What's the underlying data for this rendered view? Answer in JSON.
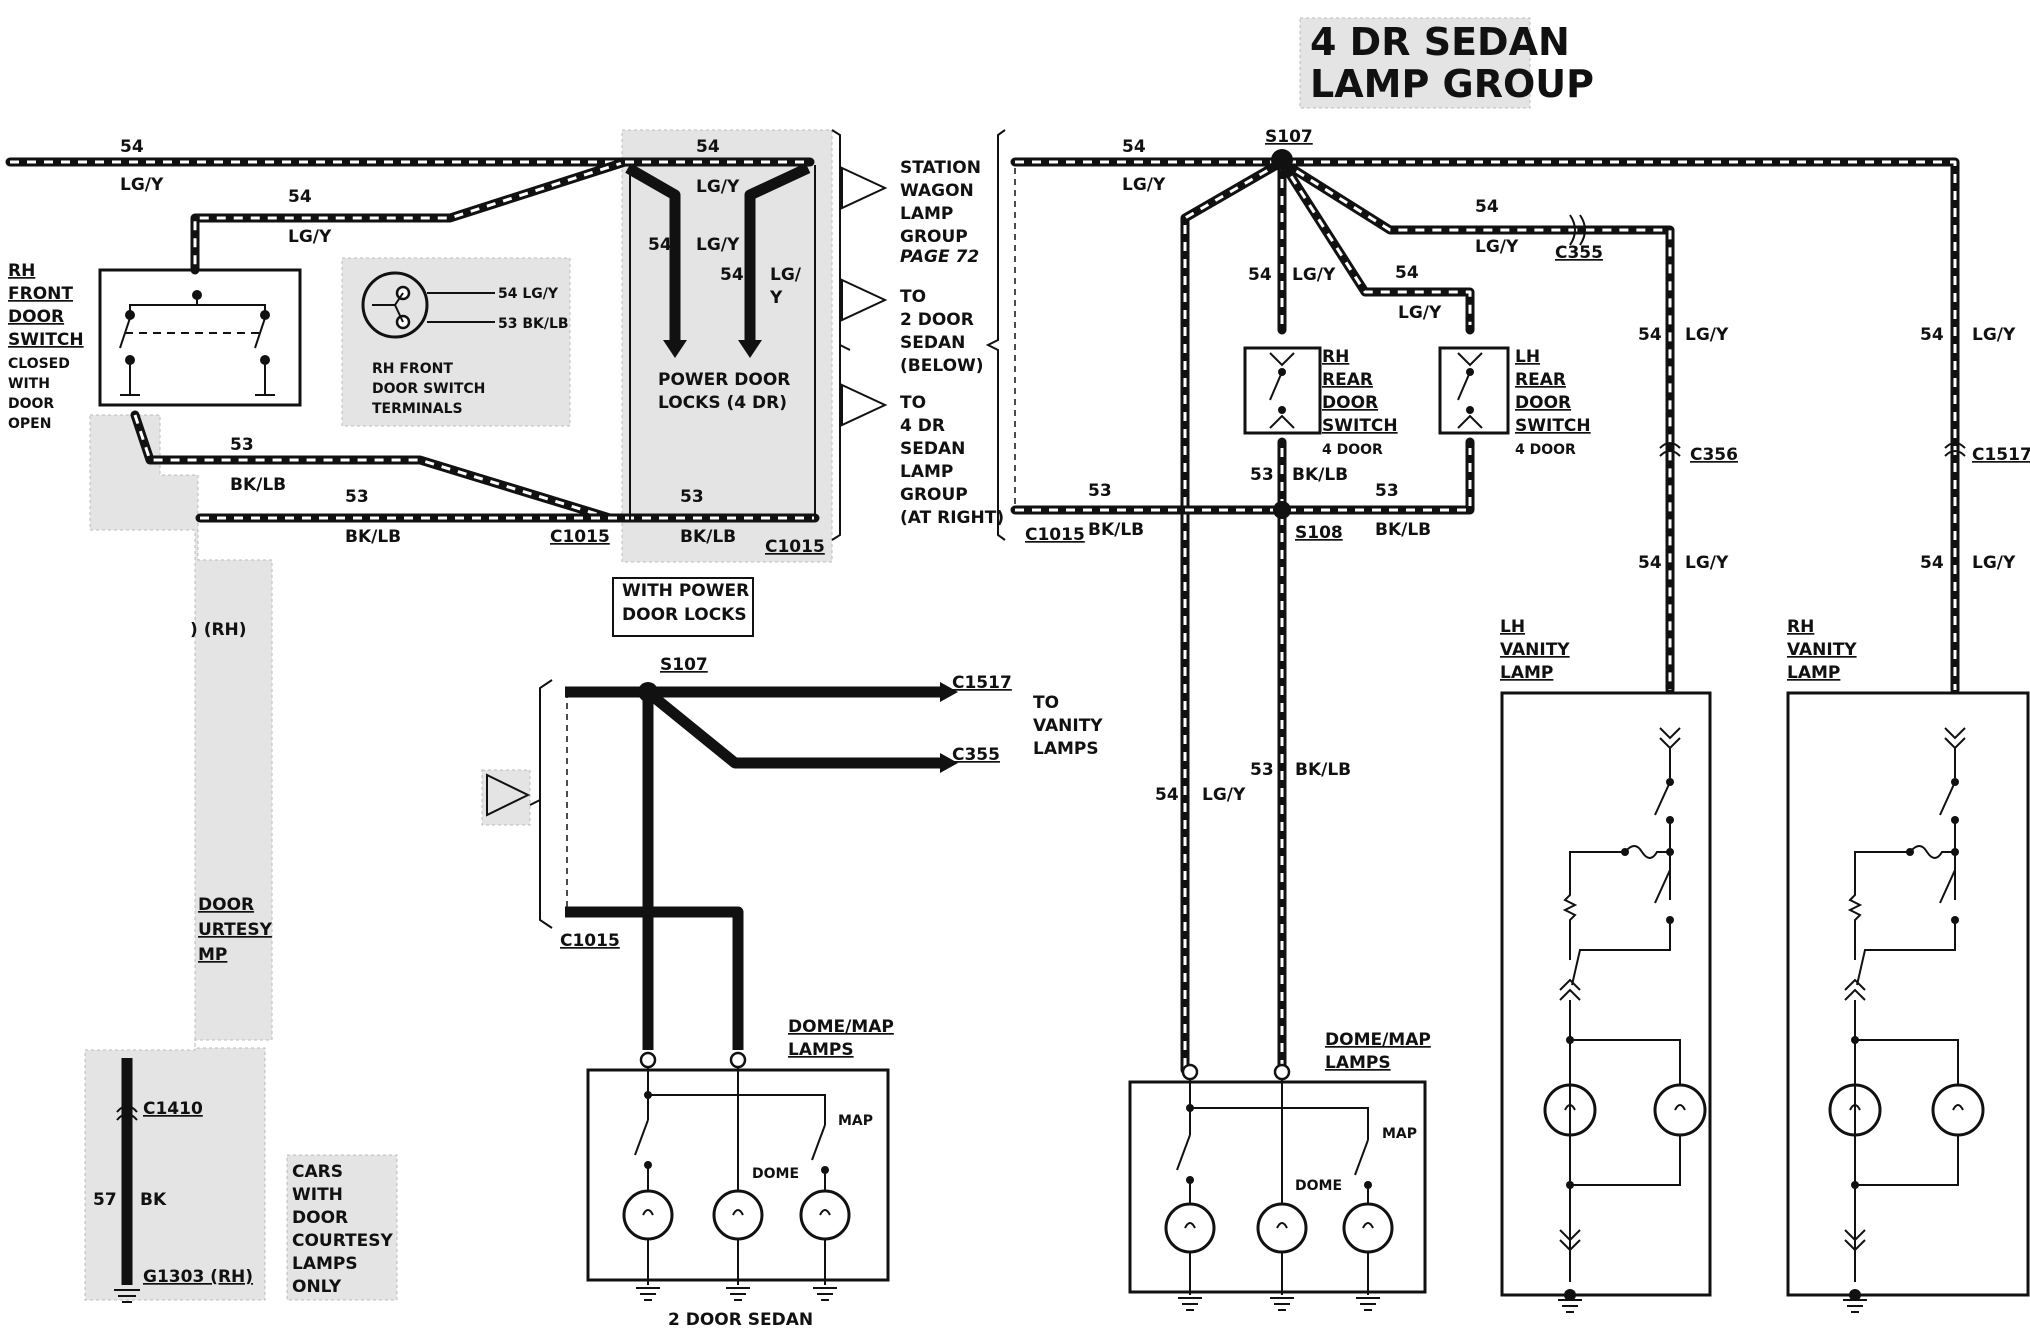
{
  "title": {
    "line1": "4 DR SEDAN",
    "line2": "LAMP GROUP"
  },
  "left": {
    "wire_54": "54",
    "color_lgy": "LG/Y",
    "wire_53": "53",
    "color_bklb": "BK/LB",
    "rh_front_door_switch": [
      "RH",
      "FRONT",
      "DOOR",
      "SWITCH"
    ],
    "switch_state": [
      "CLOSED",
      "WITH",
      "DOOR",
      "OPEN"
    ],
    "terminals": {
      "t54": "54 LG/Y",
      "t53": "53 BK/LB",
      "caption": [
        "RH FRONT",
        "DOOR SWITCH",
        "TERMINALS"
      ]
    },
    "c1015": "C1015",
    "rh_partial": ") (RH)",
    "courtesy_partial": [
      "DOOR",
      "URTESY",
      "MP"
    ],
    "c1410": "C1410",
    "wire_57": "57",
    "color_bk": "BK",
    "g1303": "G1303 (RH)",
    "cars_note": [
      "CARS",
      "WITH",
      "DOOR",
      "COURTESY",
      "LAMPS",
      "ONLY"
    ]
  },
  "power_locks": {
    "label": [
      "POWER DOOR",
      "LOCKS (4 DR)"
    ],
    "note": [
      "WITH POWER",
      "DOOR LOCKS"
    ],
    "lgy_wrap": [
      "LG/",
      "Y"
    ]
  },
  "refs": {
    "wagon": [
      "STATION",
      "WAGON",
      "LAMP",
      "GROUP",
      "PAGE 72"
    ],
    "two_door": [
      "TO",
      "2 DOOR",
      "SEDAN",
      "(BELOW)"
    ],
    "four_door": [
      "TO",
      "4 DR",
      "SEDAN",
      "LAMP",
      "GROUP",
      "(AT RIGHT)"
    ]
  },
  "two_door": {
    "s107": "S107",
    "c1517": "C1517",
    "c355": "C355",
    "to_vanity": [
      "TO",
      "VANITY",
      "LAMPS"
    ],
    "c1015": "C1015",
    "dome_map": [
      "DOME/MAP",
      "LAMPS"
    ],
    "map": "MAP",
    "dome": "DOME",
    "caption": "2 DOOR SEDAN"
  },
  "right": {
    "s107": "S107",
    "s108": "S108",
    "c355": "C355",
    "c356": "C356",
    "c1517": "C1517",
    "c1015": "C1015",
    "rh_rear": [
      "RH",
      "REAR",
      "DOOR",
      "SWITCH"
    ],
    "lh_rear": [
      "LH",
      "REAR",
      "DOOR",
      "SWITCH"
    ],
    "four_door": "4 DOOR",
    "lh_vanity": [
      "LH",
      "VANITY",
      "LAMP"
    ],
    "rh_vanity": [
      "RH",
      "VANITY",
      "LAMP"
    ],
    "dome_map": [
      "DOME/MAP",
      "LAMPS"
    ],
    "map": "MAP",
    "dome": "DOME"
  }
}
